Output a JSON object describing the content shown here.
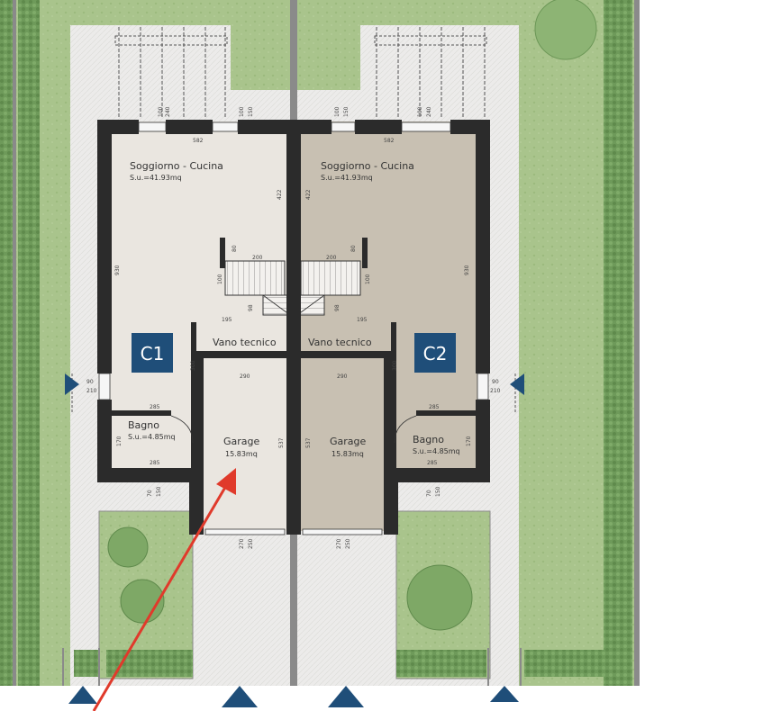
{
  "units": [
    {
      "badge": "C1",
      "living": {
        "name": "Soggiorno - Cucina",
        "area": "S.u.=41.93mq"
      },
      "bath": {
        "name": "Bagno",
        "area": "S.u.=4.85mq"
      },
      "garage": {
        "name": "Garage",
        "area": "15.83mq"
      },
      "technical": "Vano tecnico"
    },
    {
      "badge": "C2",
      "living": {
        "name": "Soggiorno - Cucina",
        "area": "S.u.=41.93mq"
      },
      "bath": {
        "name": "Bagno",
        "area": "S.u.=4.85mq"
      },
      "garage": {
        "name": "Garage",
        "area": "15.83mq"
      },
      "technical": "Vano tecnico"
    }
  ],
  "dimensions": {
    "living_width": "582",
    "living_depth": "422",
    "total_depth": "930",
    "stair_width": "200",
    "stair_80": "80",
    "stair_100": "100",
    "stair_98": "98",
    "landing_width": "195",
    "tech_height": "300",
    "garage_width": "290",
    "garage_depth": "537",
    "bath_width": "285",
    "bath_depth": "170",
    "side_door_90": "90",
    "side_door_210": "210",
    "door_100": "100",
    "door_150": "150",
    "door_240": "240",
    "door_70": "70",
    "garage_door_270": "270",
    "garage_door_250": "250"
  },
  "colors": {
    "unit1_floor": "#eae6e0",
    "unit2_floor": "#c8c0b2",
    "walls": "#2b2b2b",
    "lawn": "#a9c48c",
    "hedge": "#6e9a5a",
    "paving": "#ecebea",
    "badge": "#1f4e79",
    "marker": "#1f4e79",
    "arrow": "#e03a2b"
  }
}
